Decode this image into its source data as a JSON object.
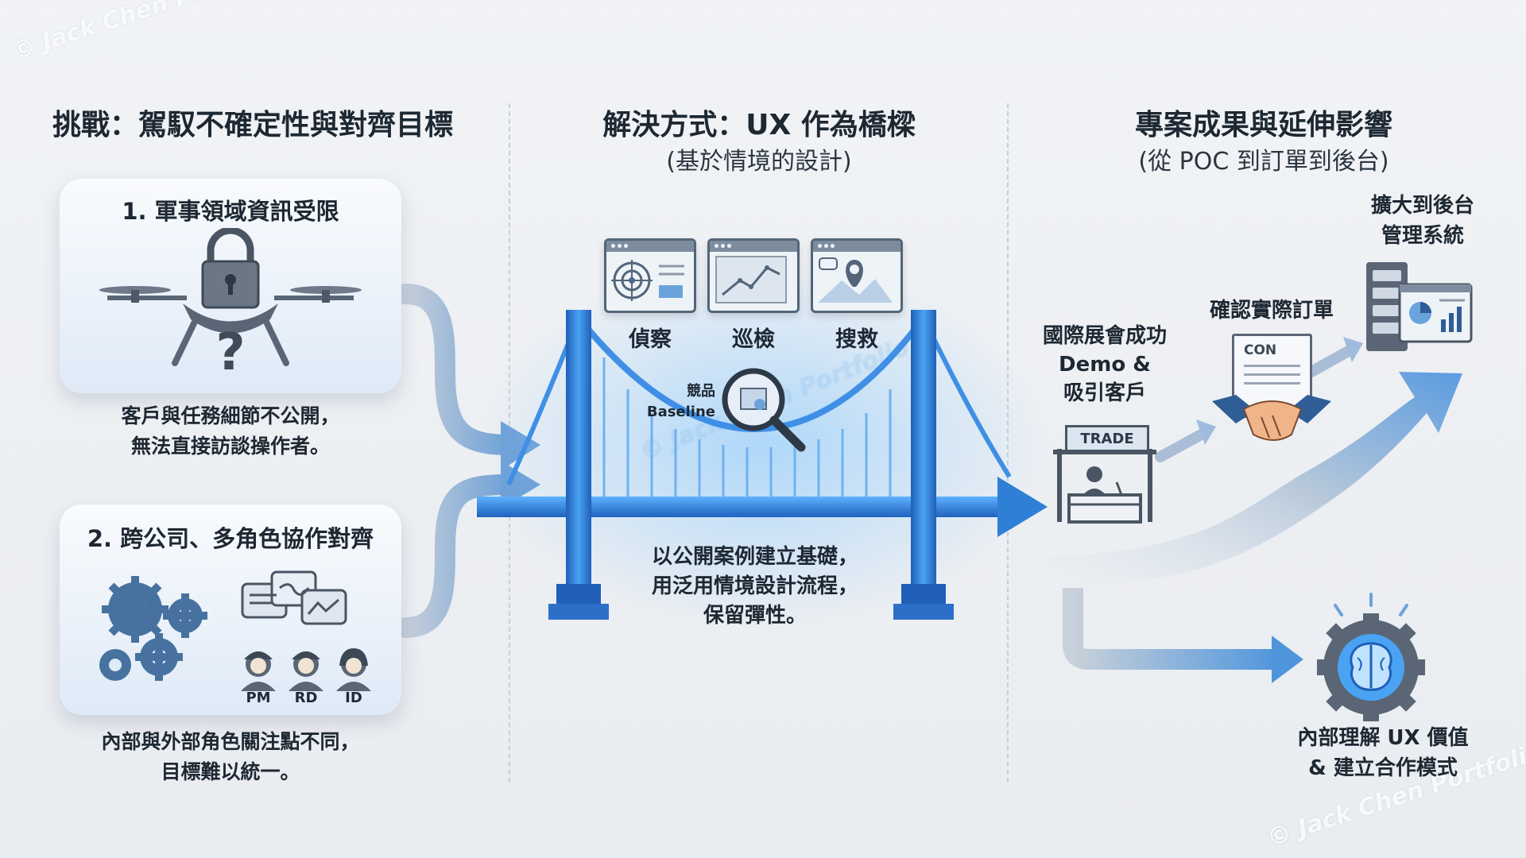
{
  "watermark": "© Jack Chen Portfolio",
  "left": {
    "heading": "挑戰：駕馭不確定性與對齊目標",
    "card1_title": "1. 軍事領域資訊受限",
    "card1_desc_line1": "客戶與任務細節不公開，",
    "card1_desc_line2": "無法直接訪談操作者。",
    "card2_title": "2. 跨公司、多角色協作對齊",
    "roles": [
      "PM",
      "RD",
      "ID"
    ],
    "card2_desc_line1": "內部與外部角色關注點不同，",
    "card2_desc_line2": "目標難以統一。"
  },
  "middle": {
    "heading": "解決方式：UX 作為橋樑",
    "subheading": "(基於情境的設計)",
    "scenarios": [
      "偵察",
      "巡檢",
      "搜救"
    ],
    "competitor_label": "競品",
    "baseline_label": "Baseline",
    "desc_line1": "以公開案例建立基礎，",
    "desc_line2": "用泛用情境設計流程，",
    "desc_line3": "保留彈性。"
  },
  "right": {
    "heading": "專案成果與延伸影響",
    "subheading": "(從 POC 到訂單到後台)",
    "step1_line1": "國際展會成功",
    "step1_line2": "Demo &",
    "step1_line3": "吸引客戶",
    "booth_sign": "TRADE",
    "step2": "確認實際訂單",
    "doc_label": "CON",
    "step3_line1": "擴大到後台",
    "step3_line2": "管理系統",
    "step4_line1": "內部理解 UX 價值",
    "step4_line2": "& 建立合作模式"
  },
  "colors": {
    "accent_blue": "#2f7fd6",
    "glow_blue": "#5fb0ff",
    "arrow_gray": "#b5c1cf",
    "text_dark": "#1e2833"
  }
}
